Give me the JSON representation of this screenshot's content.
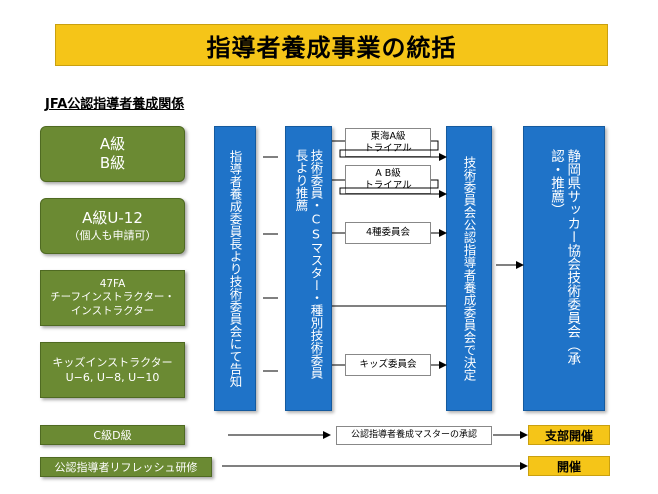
{
  "title": "指導者養成事業の統括",
  "section_label": "JFA公認指導者養成関係",
  "categories": [
    {
      "lines": [
        "A級",
        "B級"
      ]
    },
    {
      "lines": [
        "A級U-12",
        "（個人も申請可）"
      ]
    },
    {
      "lines": [
        "47FA",
        "チーフインストラクター・",
        "インストラクター"
      ]
    },
    {
      "lines": [
        "キッズインストラクター",
        "U−6, U−8, U−10"
      ]
    }
  ],
  "bottom_categories": {
    "c_d": "C級D級",
    "refresh": "公認指導者リフレッシュ研修"
  },
  "blue_boxes": {
    "committee_report": "指導者養成委員長より技術委員会にて告知",
    "recommend": "技術委員・CSマスター・種別技術委員長より推薦",
    "decision": "技術委員会公認指導者養成委員会で決定",
    "prefecture": "静岡県サッカー協会技術委員会（承認・推薦）"
  },
  "white_boxes": {
    "tokai_a": [
      "東海A級",
      "トライアル"
    ],
    "ab": [
      "A B級",
      "トライアル"
    ],
    "four_types": [
      "4種委員会"
    ],
    "kids": [
      "キッズ委員会"
    ],
    "master_approval": [
      "公認指導者養成マスターの承認"
    ]
  },
  "results": {
    "branch": "支部開催",
    "hold": "開催"
  }
}
